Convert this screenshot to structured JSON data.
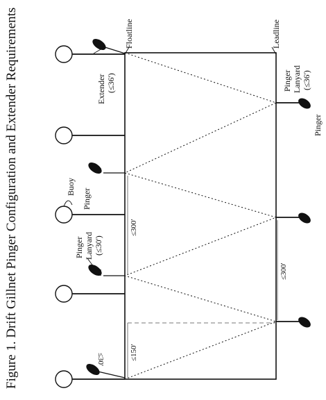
{
  "figure": {
    "caption": "Figure 1.  Drift Gillnet Pinger Configuration and Extender Requirements",
    "labels": {
      "floatline": "Floatline",
      "leadline": "Leadline",
      "extender": "Extender",
      "extender_limit": "(≤36')",
      "buoy": "Buoy",
      "pinger": "Pinger",
      "pinger_lanyard_1": "Pinger",
      "pinger_lanyard_2": "Lanyard",
      "lanyard_float_limit": "(≤30')",
      "lanyard_lead_limit": "(≤36')",
      "spacing_300_a": "≤300'",
      "spacing_300_b": "≤300'",
      "spacing_150": "≤150'",
      "spacing_30": "≤30'"
    }
  }
}
